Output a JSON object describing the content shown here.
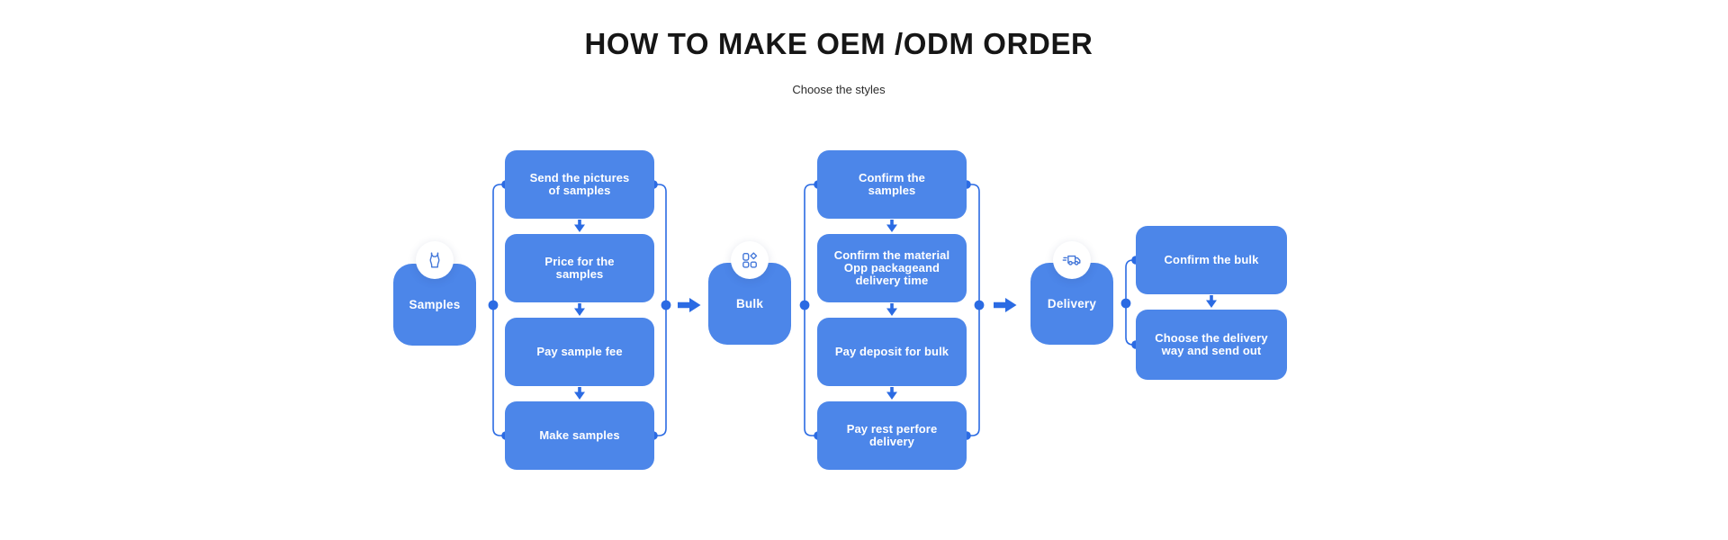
{
  "title": "HOW TO MAKE OEM /ODM ORDER",
  "subtitle": "Choose the styles",
  "colors": {
    "box_blue": "#4C86E9",
    "connector_blue": "#2B6BE3",
    "icon_blue": "#4377D9",
    "circle_white": "#FFFFFF",
    "text_white": "#FFFFFF",
    "title_black": "#161616",
    "subtitle_gray": "#2B2B2B"
  },
  "flow": [
    {
      "node": {
        "label": "Samples",
        "icon": "swimsuit-icon"
      },
      "steps": [
        {
          "label": "Send the pictures\nof samples"
        },
        {
          "label": "Price for the\nsamples"
        },
        {
          "label": "Pay sample fee"
        },
        {
          "label": "Make samples"
        }
      ]
    },
    {
      "node": {
        "label": "Bulk",
        "icon": "packages-icon"
      },
      "steps": [
        {
          "label": "Confirm the\nsamples"
        },
        {
          "label": "Confirm the material\nOpp packageand\ndelivery time"
        },
        {
          "label": "Pay deposit for bulk"
        },
        {
          "label": "Pay rest perfore\ndelivery"
        }
      ]
    },
    {
      "node": {
        "label": "Delivery",
        "icon": "truck-icon"
      },
      "steps": [
        {
          "label": "Confirm the bulk"
        },
        {
          "label": "Choose the delivery\nway and send out"
        }
      ]
    }
  ]
}
